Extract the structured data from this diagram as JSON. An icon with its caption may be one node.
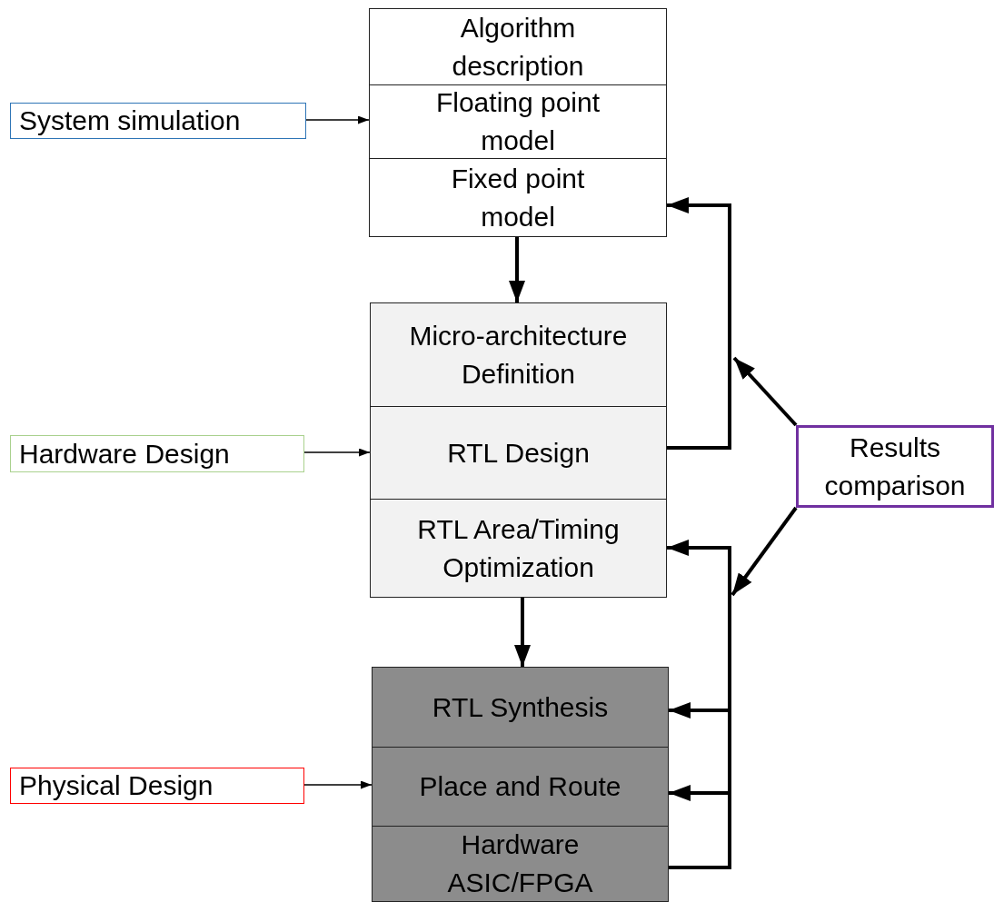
{
  "diagram": {
    "nodes": [
      {
        "text": [
          "Algorithm description"
        ]
      },
      {
        "text": [
          "Floating point model"
        ]
      },
      {
        "text": [
          "Fixed point model"
        ]
      },
      {
        "text": [
          "Micro-architecture Definition"
        ]
      },
      {
        "text": [
          "RTL Design"
        ]
      },
      {
        "text": [
          "RTL Area/Timing Optimization"
        ]
      },
      {
        "text": [
          "RTL Synthesis"
        ]
      },
      {
        "text": [
          "Place and Route"
        ]
      },
      {
        "text": [
          "Hardware ASIC/FPGA"
        ]
      },
      {
        "text": [
          "System simulation"
        ]
      },
      {
        "text": [
          "Hardware Design"
        ]
      },
      {
        "text": [
          "Physical Design"
        ]
      },
      {
        "text": [
          "Results comparison"
        ]
      }
    ],
    "edges": [
      {
        "from": 9,
        "to": 1,
        "arrow": "to"
      },
      {
        "from": 10,
        "to": 4,
        "arrow": "to"
      },
      {
        "from": 11,
        "to": 7,
        "arrow": "to"
      },
      {
        "from": 2,
        "to": 3,
        "arrow": "to"
      },
      {
        "from": 5,
        "to": 6,
        "arrow": "to"
      },
      {
        "from": 4,
        "to": 2,
        "arrow": "to"
      },
      {
        "from": 12,
        "to": null,
        "arrow": "to"
      },
      {
        "from": 12,
        "to": null,
        "arrow": "to"
      },
      {
        "from": 8,
        "to": 5,
        "arrow": "to"
      },
      {
        "from": 8,
        "to": 6,
        "arrow": "to"
      },
      {
        "from": 8,
        "to": 7,
        "arrow": "to"
      }
    ]
  }
}
